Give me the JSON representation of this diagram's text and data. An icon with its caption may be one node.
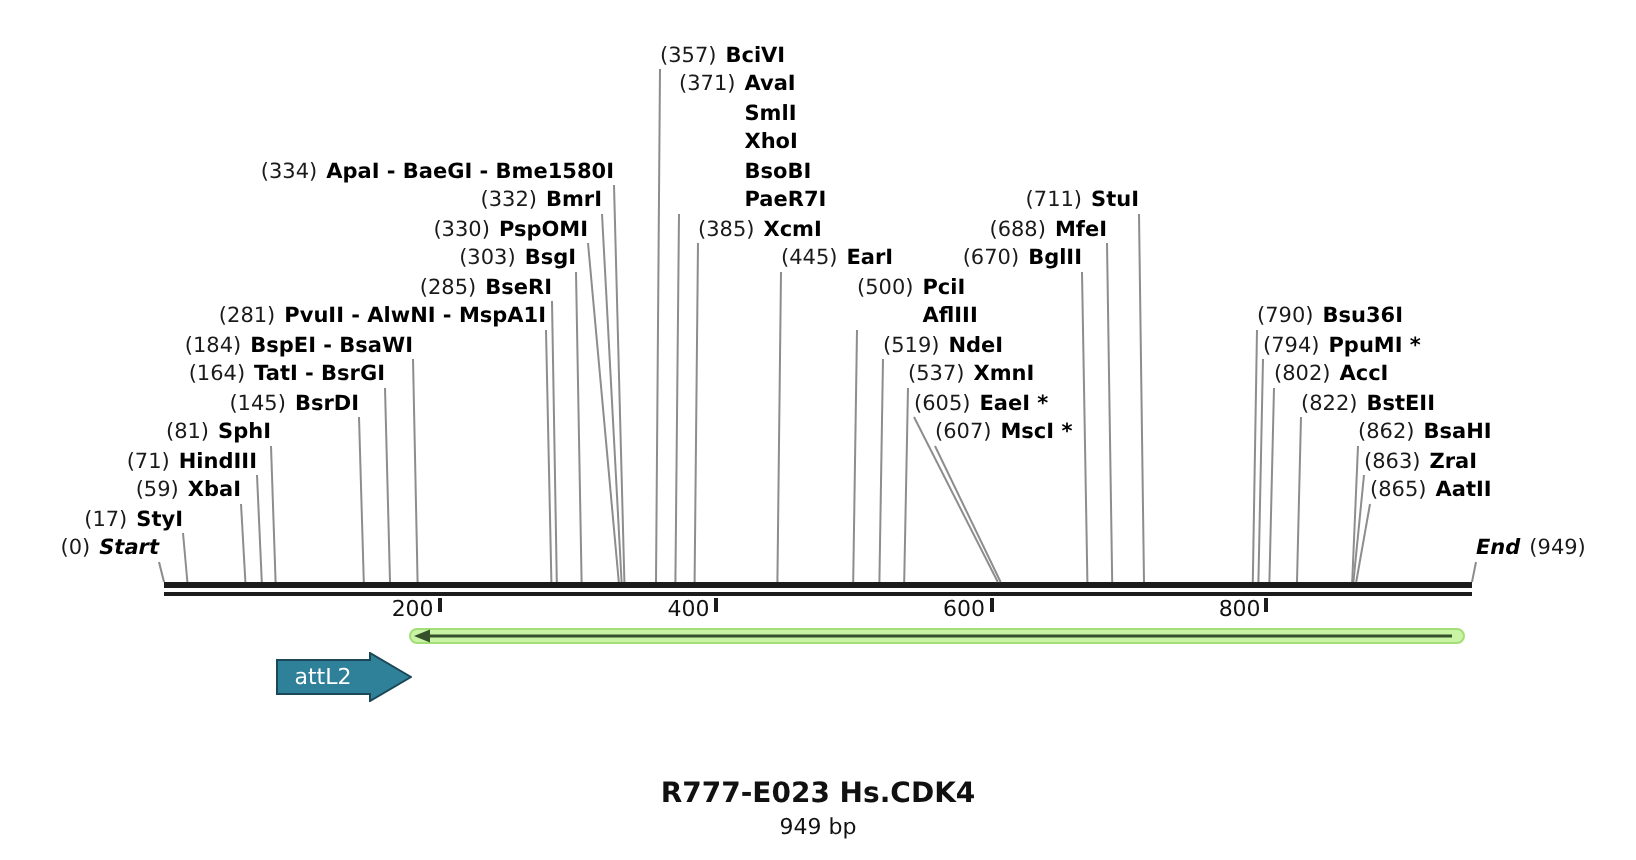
{
  "diagram": {
    "title": "R777-E023 Hs.CDK4",
    "caption": "949 bp",
    "nodes": [
      {
        "text": [
          "(334)",
          "ApaI - BaeGI - Bme1580I"
        ]
      },
      {
        "text": [
          "(332)",
          "BmrI"
        ]
      },
      {
        "text": [
          "(500)",
          "PciI",
          "AflIII"
        ]
      },
      {
        "text": [
          "(330)",
          "PspOMI"
        ]
      },
      {
        "text": [
          "(303)",
          "BsgI"
        ]
      },
      {
        "text": [
          "(445)",
          "EarI"
        ]
      },
      {
        "text": [
          "(285)",
          "BseRI"
        ]
      },
      {
        "text": [
          "(385)",
          "XcmI"
        ]
      },
      {
        "text": [
          "(281)",
          "PvuII - AlwNI - MspA1I"
        ]
      },
      {
        "text": [
          "(184)",
          "BspEI - BsaWI"
        ]
      },
      {
        "text": [
          "(711)",
          "StuI"
        ]
      },
      {
        "text": [
          "(164)",
          "TatI - BsrGI"
        ]
      },
      {
        "text": [
          "(865)",
          "AatII"
        ]
      },
      {
        "text": [
          "(688)",
          "MfeI"
        ]
      },
      {
        "text": [
          "(145)",
          "BsrDI"
        ]
      },
      {
        "text": [
          "(863)",
          "ZraI"
        ]
      },
      {
        "text": [
          "(371)",
          "AvaI",
          "SmlI",
          "XhoI",
          "BsoBI",
          "PaeR7I"
        ]
      },
      {
        "text": [
          "(670)",
          "BglII"
        ]
      },
      {
        "text": [
          "(81)",
          "SphI"
        ]
      },
      {
        "text": [
          "(862)",
          "BsaHI"
        ]
      },
      {
        "text": [
          "(607)",
          "MscI *"
        ]
      },
      {
        "text": [
          "(71)",
          "HindIII"
        ]
      },
      {
        "text": [
          "(822)",
          "BstEII"
        ]
      },
      {
        "text": [
          "(605)",
          "EaeI *"
        ]
      },
      {
        "text": [
          "(59)",
          "XbaI"
        ]
      },
      {
        "text": [
          "(802)",
          "AccI"
        ]
      },
      {
        "text": [
          "(17)",
          "StyI"
        ]
      },
      {
        "text": [
          "(537)",
          "XmnI"
        ]
      },
      {
        "text": [
          "(794)",
          "PpuMI *"
        ]
      },
      {
        "text": [
          "(0)",
          "Start"
        ]
      },
      {
        "text": [
          "(357)",
          "BciVI"
        ]
      },
      {
        "text": [
          "(519)",
          "NdeI"
        ]
      },
      {
        "text": [
          "(790)",
          "Bsu36I"
        ]
      },
      {
        "text": [
          "End",
          "(949)"
        ]
      },
      {
        "text": [],
        "shape": "bar"
      },
      {
        "text": [],
        "shape": "arrow"
      },
      {
        "text": [
          "attL2"
        ]
      }
    ],
    "edges": [
      {
        "from": 0,
        "to": 34,
        "arrow": "none"
      },
      {
        "from": 1,
        "to": 34,
        "arrow": "none"
      },
      {
        "from": 2,
        "to": 34,
        "arrow": "none"
      },
      {
        "from": 3,
        "to": 34,
        "arrow": "none"
      },
      {
        "from": 4,
        "to": 34,
        "arrow": "none"
      },
      {
        "from": 5,
        "to": 34,
        "arrow": "none"
      },
      {
        "from": 6,
        "to": 34,
        "arrow": "none"
      },
      {
        "from": 7,
        "to": 34,
        "arrow": "none"
      },
      {
        "from": 8,
        "to": 34,
        "arrow": "none"
      },
      {
        "from": 9,
        "to": 34,
        "arrow": "none"
      },
      {
        "from": 10,
        "to": 34,
        "arrow": "none"
      },
      {
        "from": 11,
        "to": 34,
        "arrow": "none"
      },
      {
        "from": 12,
        "to": 34,
        "arrow": "none"
      },
      {
        "from": 13,
        "to": 34,
        "arrow": "none"
      },
      {
        "from": 14,
        "to": 34,
        "arrow": "none"
      },
      {
        "from": 15,
        "to": 34,
        "arrow": "none"
      },
      {
        "from": 16,
        "to": 34,
        "arrow": "none"
      },
      {
        "from": 17,
        "to": 34,
        "arrow": "none"
      },
      {
        "from": 18,
        "to": 34,
        "arrow": "none"
      },
      {
        "from": 19,
        "to": 34,
        "arrow": "none"
      },
      {
        "from": 20,
        "to": 34,
        "arrow": "none"
      },
      {
        "from": 21,
        "to": 34,
        "arrow": "none"
      },
      {
        "from": 22,
        "to": 34,
        "arrow": "none"
      },
      {
        "from": 23,
        "to": 34,
        "arrow": "none"
      },
      {
        "from": 24,
        "to": 34,
        "arrow": "none"
      },
      {
        "from": 25,
        "to": 34,
        "arrow": "none"
      },
      {
        "from": 26,
        "to": 34,
        "arrow": "none"
      },
      {
        "from": 27,
        "to": 34,
        "arrow": "none"
      },
      {
        "from": 28,
        "to": 34,
        "arrow": "none"
      },
      {
        "from": 29,
        "to": 34,
        "arrow": "none"
      },
      {
        "from": 30,
        "to": 34,
        "arrow": "none"
      },
      {
        "from": 31,
        "to": 34,
        "arrow": "none"
      },
      {
        "from": 32,
        "to": 34,
        "arrow": "none"
      },
      {
        "from": 33,
        "to": 34,
        "arrow": "none"
      }
    ],
    "labels": [
      "200",
      "400",
      "600",
      "800"
    ]
  }
}
